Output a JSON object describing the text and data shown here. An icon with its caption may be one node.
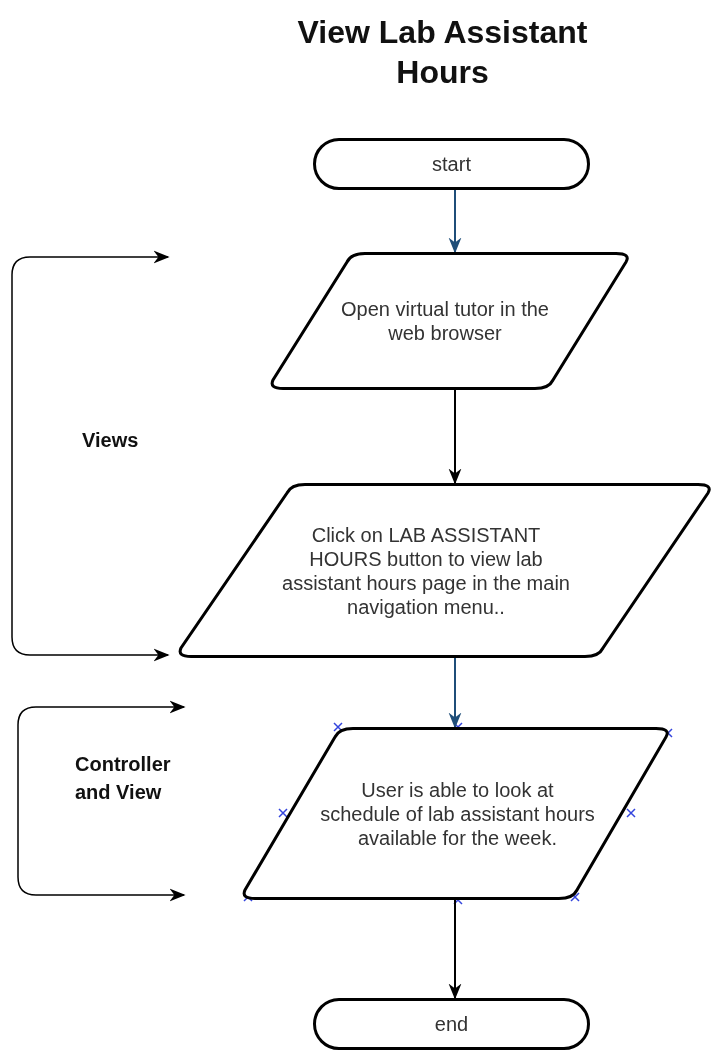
{
  "diagram": {
    "title": "View Lab Assistant Hours",
    "nodes": [
      {
        "text": [
          "start"
        ]
      },
      {
        "text": [
          "Open virtual tutor in the web browser"
        ]
      },
      {
        "text": [
          "Click on LAB ASSISTANT HOURS button to view lab assistant hours page in the main navigation menu.."
        ]
      },
      {
        "text": [
          "User is able to look at schedule of lab assistant hours available for the week."
        ]
      },
      {
        "text": [
          "end"
        ]
      }
    ],
    "edges": [
      {
        "from": 0,
        "to": 1,
        "arrow": "to",
        "color": "#1f4e79"
      },
      {
        "from": 1,
        "to": 2,
        "arrow": "to",
        "color": "#000000"
      },
      {
        "from": 2,
        "to": 3,
        "arrow": "to",
        "color": "#1f4e79"
      },
      {
        "from": 3,
        "to": 4,
        "arrow": "to",
        "color": "#000000"
      }
    ],
    "labels": [
      "Views",
      "Controller and View"
    ]
  }
}
